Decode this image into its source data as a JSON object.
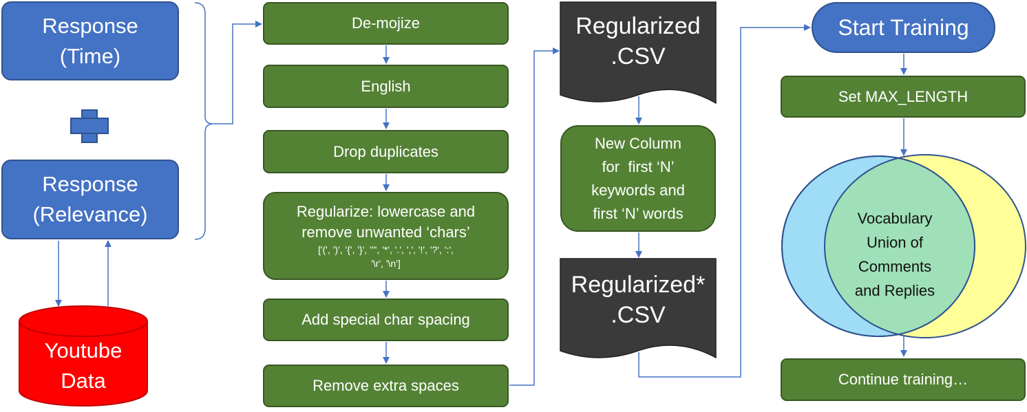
{
  "response_time": {
    "line1": "Response",
    "line2": "(Time)"
  },
  "response_relevance": {
    "line1": "Response",
    "line2": "(Relevance)"
  },
  "youtube_data": {
    "line1": "Youtube",
    "line2": "Data"
  },
  "steps": {
    "demojize": "De-mojize",
    "english": "English",
    "drop_duplicates": "Drop duplicates",
    "regularize_line1": "Regularize: lowercase and",
    "regularize_line2": "remove unwanted ‘chars’",
    "regularize_chars_line1": "['(', ')', '{', '}', '\"', '*', '.', ',', '!', '?', ':',",
    "regularize_chars_line2": "'\\r', '\\n']",
    "add_spacing": "Add special char spacing",
    "remove_spaces": "Remove extra spaces"
  },
  "csv1": {
    "line1": "Regularized",
    "line2": ".CSV"
  },
  "new_column": {
    "line1": "New Column",
    "line2": "for  first ‘N’",
    "line3": "keywords and",
    "line4": "first ‘N’ words"
  },
  "csv2": {
    "line1": "Regularized*",
    "line2": ".CSV"
  },
  "start_training": "Start Training",
  "set_max_length": "Set MAX_LENGTH",
  "vocab": {
    "line1": "Vocabulary",
    "line2": "Union of",
    "line3": "Comments",
    "line4": "and Replies"
  },
  "continue_training": "Continue training…",
  "colors": {
    "blue": "#4472c4",
    "green": "#548235",
    "dark_doc": "#3a3a3a",
    "cylinder_red": "#ff0000",
    "venn_left": "#9fdcf6",
    "venn_right": "#ffff99",
    "venn_overlap": "#9fe0b8",
    "connector": "#4472c4"
  }
}
